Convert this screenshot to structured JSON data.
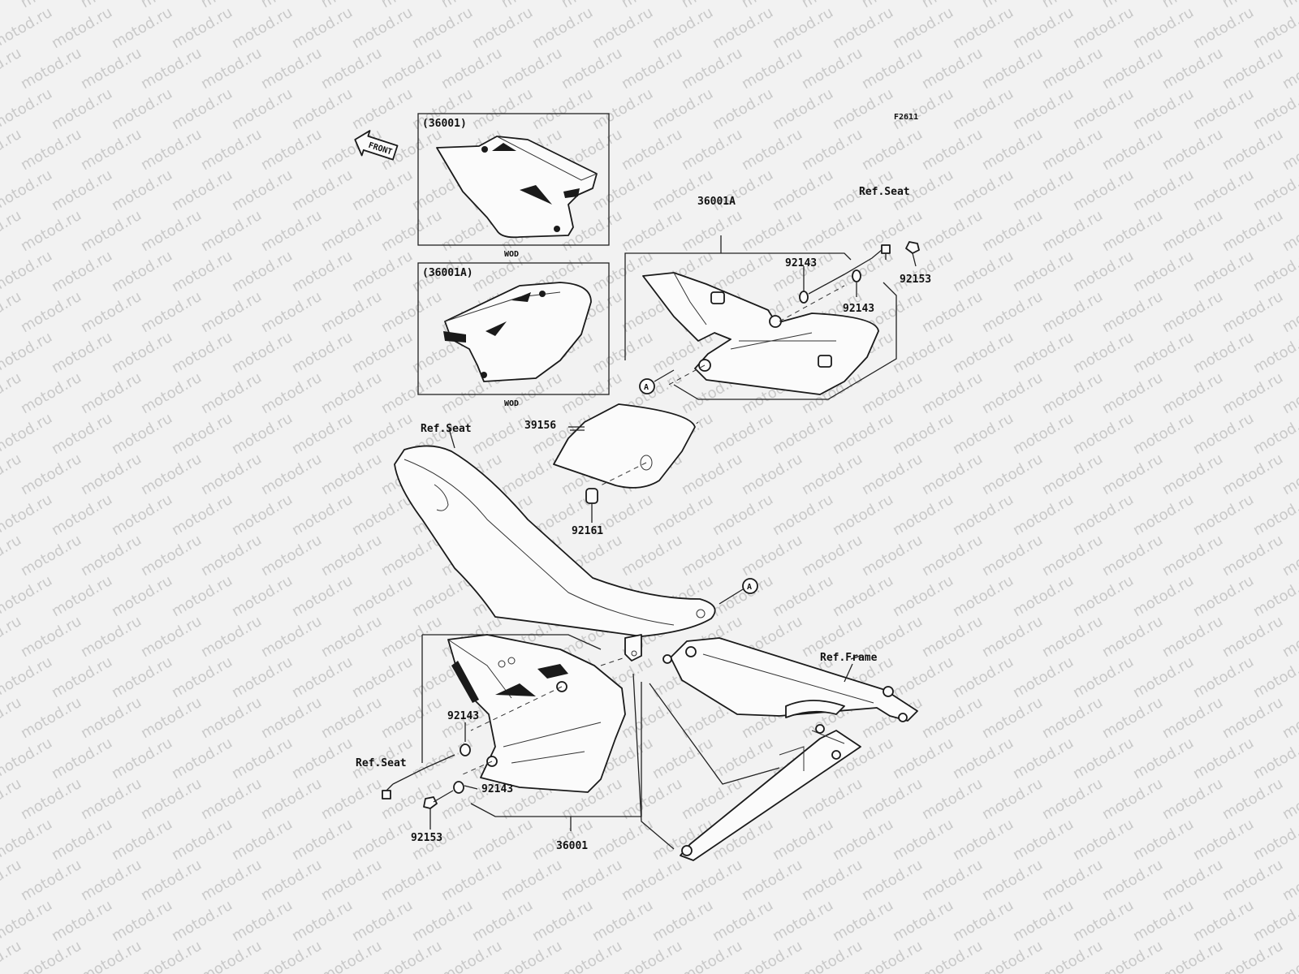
{
  "watermark": {
    "text": "motod.ru",
    "color": "#c9c9c9"
  },
  "diagram_code": "F2611",
  "front_arrow": {
    "label": "FRONT"
  },
  "insets": {
    "inset_1": {
      "part_label": "(36001)",
      "caption": "WOD"
    },
    "inset_2": {
      "part_label": "(36001A)",
      "caption": "WOD"
    }
  },
  "callouts": {
    "part_36001A": "36001A",
    "ref_seat_top": "Ref.Seat",
    "part_92143_upper_a": "92143",
    "part_92153_upper": "92153",
    "part_92143_upper_b": "92143",
    "part_39156": "39156",
    "ref_seat_mid": "Ref.Seat",
    "part_92161": "92161",
    "ref_frame": "Ref.Frame",
    "part_92143_lower_a": "92143",
    "ref_seat_lower": "Ref.Seat",
    "part_92143_lower_b": "92143",
    "part_92153_lower": "92153",
    "part_36001": "36001"
  },
  "markers": {
    "marker_a": "A"
  }
}
